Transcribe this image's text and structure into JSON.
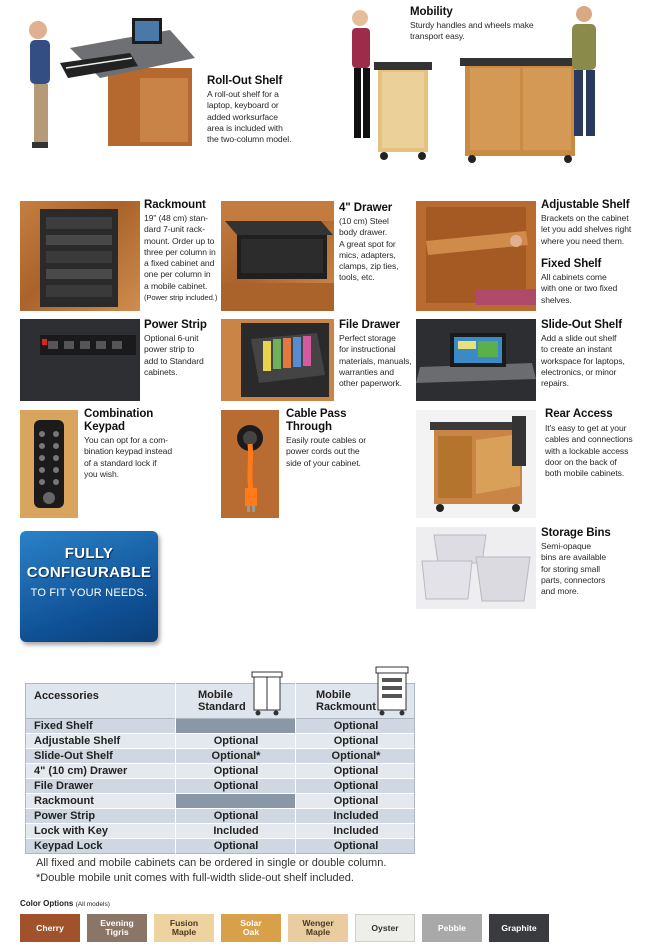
{
  "features": {
    "rollout": {
      "title": "Roll-Out Shelf",
      "desc": [
        "A roll-out shelf for a",
        "laptop, keyboard or",
        "added worksurface",
        "area is included with",
        "the two-column model."
      ]
    },
    "mobility": {
      "title": "Mobility",
      "desc": [
        "Sturdy handles and wheels make",
        "transport easy."
      ]
    },
    "rackmount": {
      "title": "Rackmount",
      "desc": [
        "19\" (48 cm) stan-",
        "dard 7-unit rack-",
        "mount. Order up to",
        "three per column in",
        "a fixed cabinet and",
        "one per column in",
        "a mobile cabinet."
      ],
      "small": "(Power strip included.)"
    },
    "drawer": {
      "title": "4\" Drawer",
      "desc": [
        "(10 cm) Steel",
        "body drawer.",
        "A great spot for",
        "mics, adapters,",
        "clamps, zip ties,",
        "tools, etc."
      ]
    },
    "adjustable": {
      "title": "Adjustable Shelf",
      "desc": [
        "Brackets on the cabinet",
        "let you add shelves right",
        "where you need them."
      ]
    },
    "fixed": {
      "title": "Fixed Shelf",
      "desc": [
        "All cabinets come",
        "with one or two fixed",
        "shelves."
      ]
    },
    "power": {
      "title": "Power Strip",
      "desc": [
        "Optional 6-unit",
        "power strip to",
        "add to Standard",
        "cabinets."
      ]
    },
    "filedrawer": {
      "title": "File Drawer",
      "desc": [
        "Perfect storage",
        "for instructional",
        "materials, manuals,",
        "warranties and",
        "other paperwork."
      ]
    },
    "slideout": {
      "title": "Slide-Out Shelf",
      "desc": [
        "Add a slide out shelf",
        "to create an instant",
        "workspace for laptops,",
        "electronics, or minor",
        "repairs."
      ]
    },
    "combo": {
      "title1": "Combination",
      "title2": "Keypad",
      "desc": [
        "You can opt for a com-",
        "bination keypad instead",
        "of a standard lock if",
        "you wish."
      ]
    },
    "cable": {
      "title1": "Cable Pass",
      "title2": "Through",
      "desc": [
        "Easily route cables or",
        "power cords out the",
        "side of your cabinet."
      ]
    },
    "rear": {
      "title": "Rear Access",
      "desc": [
        "It's easy to get at your",
        "cables and connections",
        "with a lockable access",
        "door on the back of",
        "both mobile cabinets."
      ]
    },
    "bins": {
      "title": "Storage Bins",
      "desc": [
        "Semi-opaque",
        "bins are available",
        "for storing small",
        "parts, connectors",
        "and more."
      ]
    }
  },
  "badge": {
    "line1": "FULLY",
    "line2": "CONFIGURABLE",
    "line3": "TO FIT YOUR NEEDS."
  },
  "table": {
    "headers": {
      "col0": "Accessories",
      "col1a": "Mobile",
      "col1b": "Standard",
      "col2a": "Mobile",
      "col2b": "Rackmount"
    },
    "rows": [
      {
        "name": "Fixed Shelf",
        "standard": "",
        "rackmount": "Optional"
      },
      {
        "name": "Adjustable Shelf",
        "standard": "Optional",
        "rackmount": "Optional"
      },
      {
        "name": "Slide-Out Shelf",
        "standard": "Optional*",
        "rackmount": "Optional*"
      },
      {
        "name": "4\" (10 cm) Drawer",
        "standard": "Optional",
        "rackmount": "Optional"
      },
      {
        "name": "File Drawer",
        "standard": "Optional",
        "rackmount": "Optional"
      },
      {
        "name": "Rackmount",
        "standard": "",
        "rackmount": "Optional"
      },
      {
        "name": "Power Strip",
        "standard": "Optional",
        "rackmount": "Included"
      },
      {
        "name": "Lock with Key",
        "standard": "Included",
        "rackmount": "Included"
      },
      {
        "name": "Keypad Lock",
        "standard": "Optional",
        "rackmount": "Optional"
      }
    ]
  },
  "notes": {
    "line1": "All fixed and mobile cabinets can be ordered in single or double column.",
    "line2": "*Double mobile unit comes with full-width slide-out shelf included."
  },
  "colors": {
    "title": "Color Options",
    "subtitle": "(All models)",
    "swatches": [
      {
        "name1": "Cherry",
        "name2": "",
        "bg": "#a0522d",
        "fg": "#ffffff"
      },
      {
        "name1": "Evening",
        "name2": "Tigris",
        "bg": "#8b7566",
        "fg": "#ffffff"
      },
      {
        "name1": "Fusion",
        "name2": "Maple",
        "bg": "#ecd39f",
        "fg": "#4a3a20"
      },
      {
        "name1": "Solar",
        "name2": "Oak",
        "bg": "#d9a04a",
        "fg": "#ffffff"
      },
      {
        "name1": "Wenger",
        "name2": "Maple",
        "bg": "#e9cda1",
        "fg": "#4a3a20"
      },
      {
        "name1": "Oyster",
        "name2": "",
        "bg": "#eeeeea",
        "fg": "#333333"
      },
      {
        "name1": "Pebble",
        "name2": "",
        "bg": "#a9a9a9",
        "fg": "#ffffff"
      },
      {
        "name1": "Graphite",
        "name2": "",
        "bg": "#3a3b3e",
        "fg": "#ffffff"
      }
    ]
  }
}
